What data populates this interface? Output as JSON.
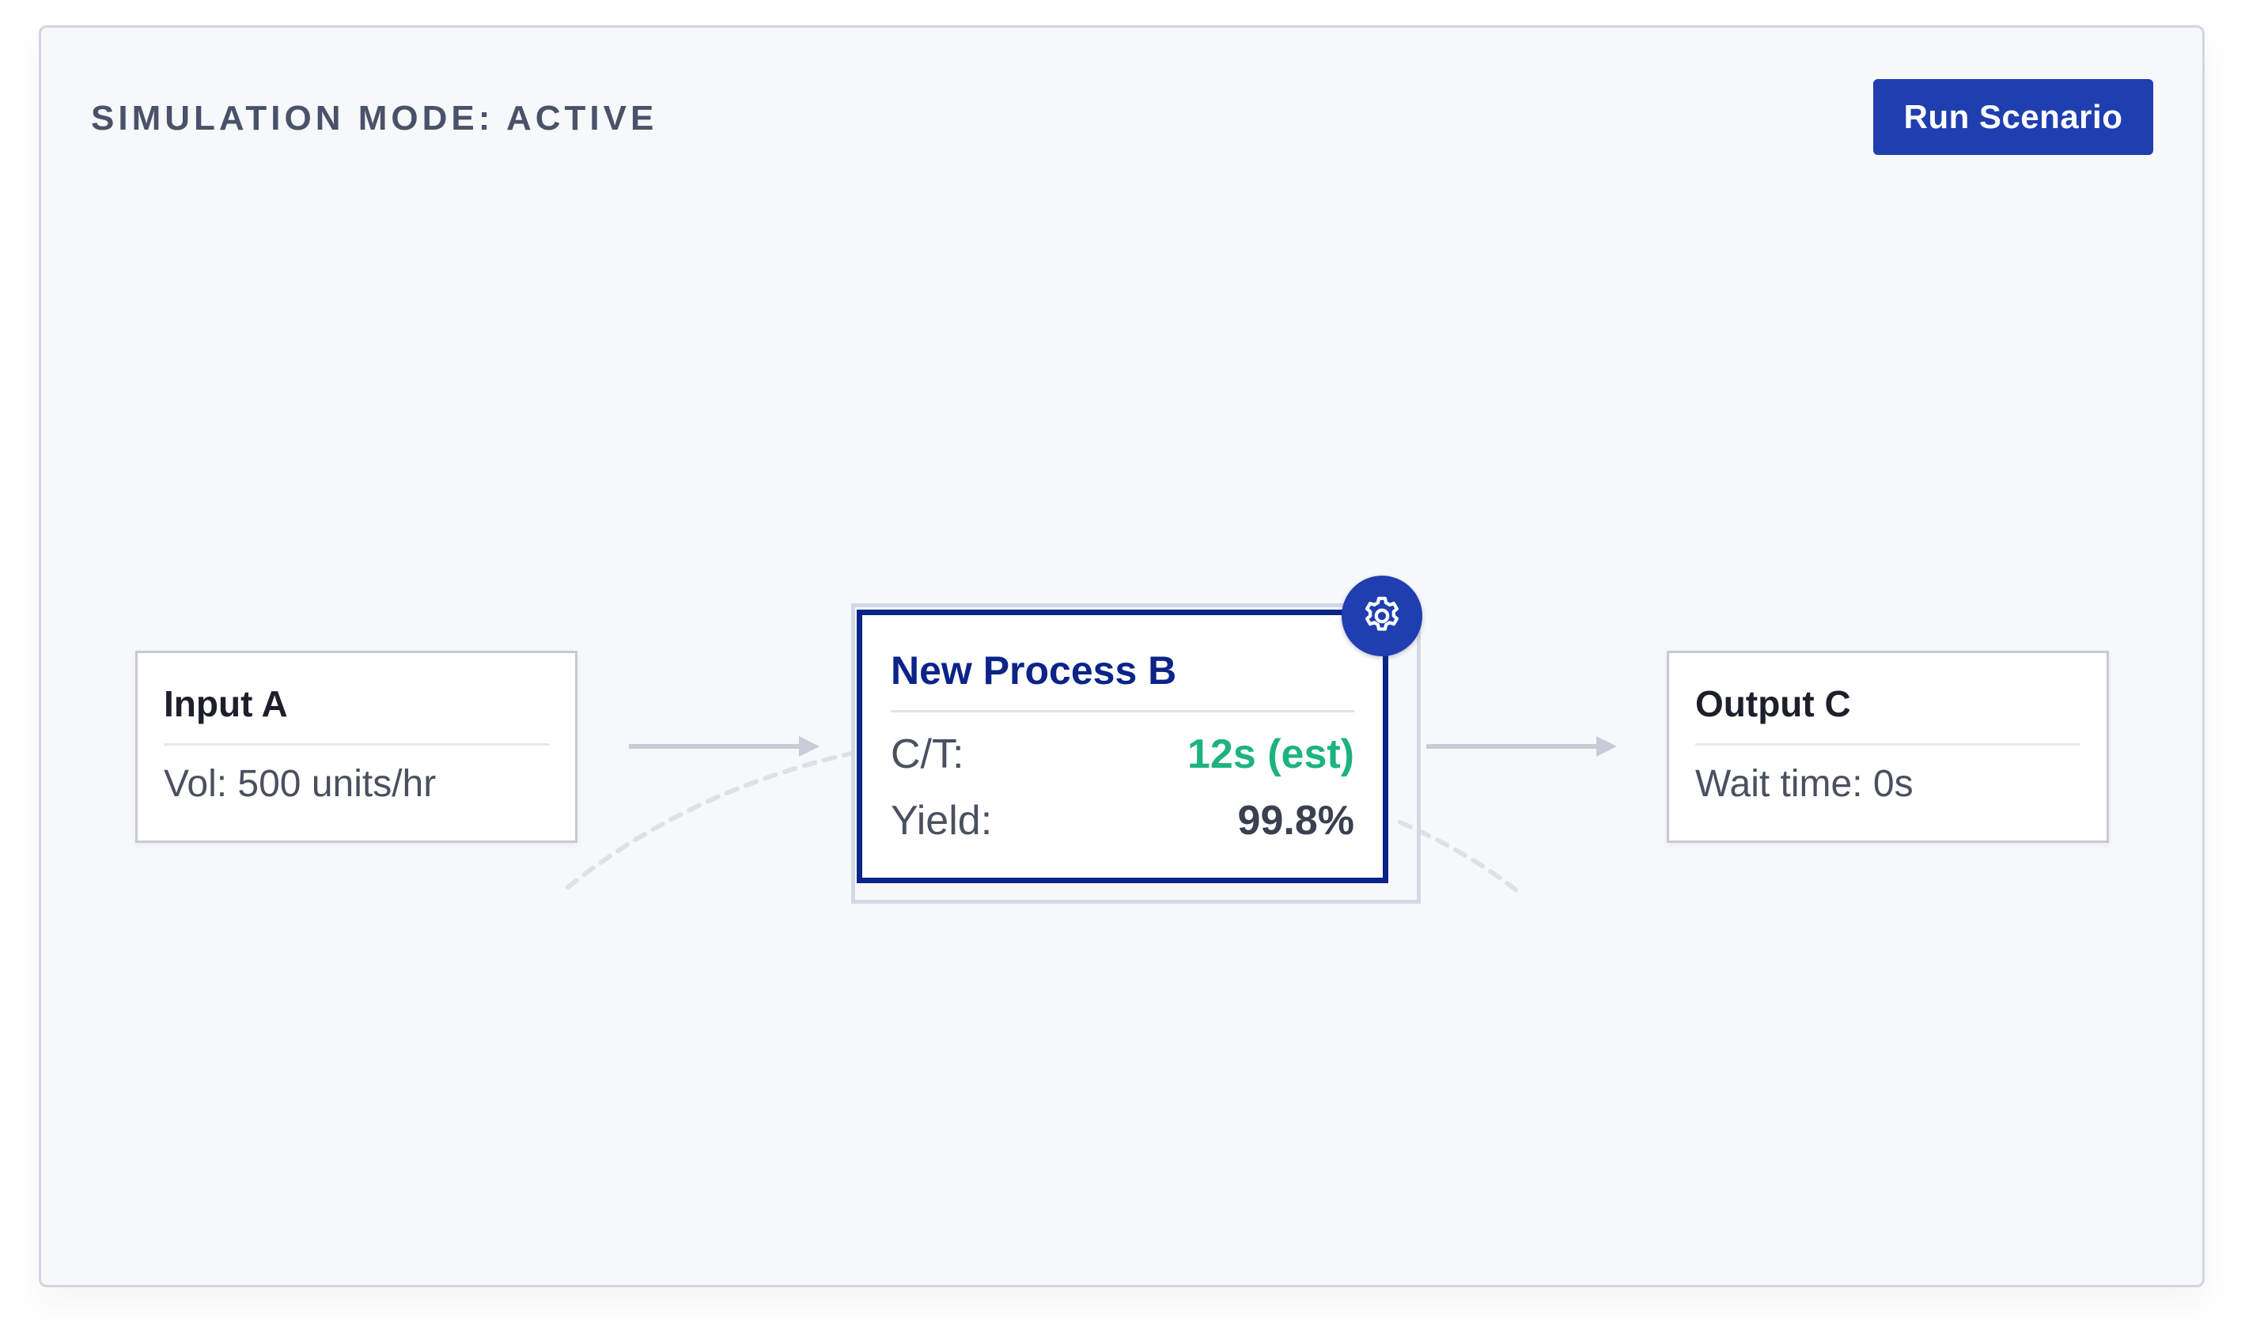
{
  "header": {
    "mode_label": "SIMULATION MODE: ACTIVE",
    "run_button_label": "Run Scenario"
  },
  "nodes": {
    "input": {
      "title": "Input A",
      "detail": "Vol: 500 units/hr"
    },
    "process": {
      "title": "New Process B",
      "ct_label": "C/T:",
      "ct_value": "12s (est)",
      "yield_label": "Yield:",
      "yield_value": "99.8%",
      "settings_icon": "gear-icon"
    },
    "output": {
      "title": "Output C",
      "detail": "Wait time: 0s"
    }
  },
  "colors": {
    "accent": "#1f3fb0",
    "selected_border": "#0b2488",
    "ct_value": "#1db380",
    "yield_value": "#3a4050",
    "connector": "#c9cbd9",
    "panel_background": "#f7f8fa"
  }
}
